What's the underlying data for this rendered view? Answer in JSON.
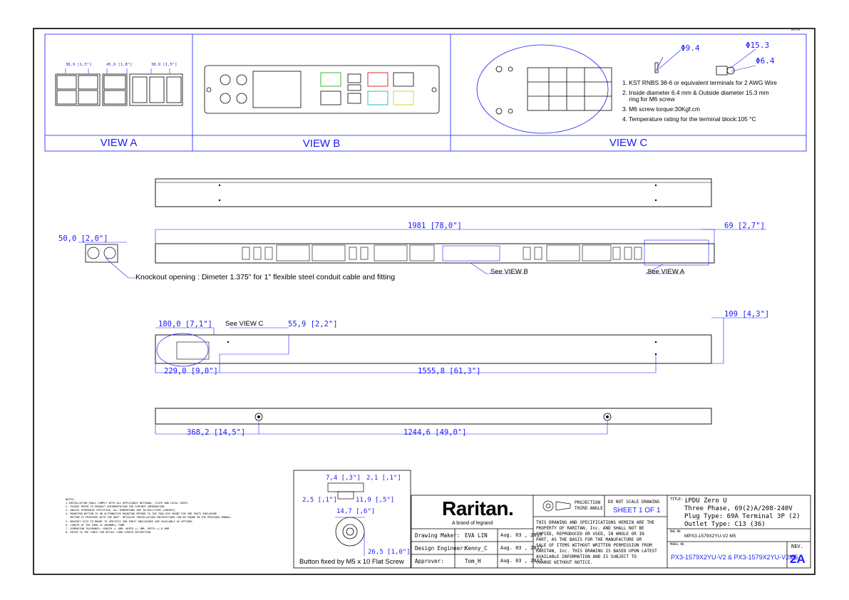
{
  "corner_tag": "REV 2A",
  "views": {
    "a_label": "VIEW A",
    "b_label": "VIEW B",
    "c_label": "VIEW C"
  },
  "view_a_dims": [
    "38,9 [1,5\"]",
    "45,9 [1,8\"]",
    "38,9 [1,5\"]"
  ],
  "view_c": {
    "dia1": "Φ9.4",
    "dia2": "Φ15.3",
    "dia3": "Φ6.4",
    "notes": [
      "1. KST RNBS 38-6 or equivalent terminals for 2 AWG Wire",
      "2. Inside diameter 6.4 mm & Outside diameter 15.3 mm",
      "    ring for M6 screw",
      "3. M6 screw torque:30Kgf.cm",
      "4. Temperature rating for the terminal block:105 °C"
    ]
  },
  "dims": {
    "overall_length": "1981 [78,0\"]",
    "right_end": "69 [2,7\"]",
    "knockout_width": "50,0 [2,0\"]",
    "view_c_area": "180,0 [7,1\"]",
    "offset_55": "55,9 [2,2\"]",
    "depth_109": "109 [4,3\"]",
    "offset_229": "229,0 [9,0\"]",
    "span_1555": "1555,8 [61,3\"]",
    "offset_368": "368,2 [14,5\"]",
    "span_1244": "1244,6 [49,0\"]"
  },
  "callouts": {
    "knockout": "Knockout opening : Dimeter 1.375\" for 1\" flexible steel conduit cable and fitting",
    "see_view_b": "See VIEW B",
    "see_view_a": "See VIEW A",
    "see_view_c": "See VIEW C"
  },
  "button_detail": {
    "d1": "7,4 [,3\"]",
    "d2": "2,1 [,1\"]",
    "d3": "2,5 [,1\"]",
    "d4": "11,9 [,5\"]",
    "d5": "14,7 [,6\"]",
    "d6": "26,5 [1,0\"]",
    "caption": "Button fixed by M5 x 10 Flat Screw"
  },
  "notes": {
    "title": "NOTES:",
    "items": [
      "1.INSTALLATION SHALL COMPLY WITH ALL APPLICABLE NATIONAL, STATE AND LOCAL CODES.",
      "2. PLEASE REFER TO PRODUCT DOCUMENTATION FOR FURTHER INFORMATION",
      "3. UNLESS OTHERWISE SPECIFIED, ALL DIMENSIONS ARE IN MILLITERS [INCHES].",
      "4. MOUNTING BUTTON IS AN ALTERNATIVE MOUNTING METHOD TO THE TOOLLESS MOUNT FOR 3RD PARTY ENCLOSURE.",
      "   BUTTON IS PROVIDED WITH THE UNIT. DETAILED INSTALLATION INSTRUCTIONS CAN BE FOUND IN THE PROVIDED MANUAL.",
      "5. BRACKET KITS TO MOUNT TO SPECIFIC 3RD PARTY ENCLOSURES ARE AVAILABLE AS OPTIONS.",
      "6. LENGTH OF THE CORD IS 3000MM+/-75MM",
      "7. DIMENSION TOLERANCE: LENGTH +/-4MM, WIDTH +/-1MM, DEPTH +/-0.5MM",
      "8. REFER TO THE TABLE FOR DETAIL CORD LENGTH DEFINITION"
    ]
  },
  "title_block": {
    "brand": "Raritan.",
    "tagline": "A brand of legrand",
    "rows": [
      {
        "role": "Drawing Maker:",
        "name": "EVA LIN",
        "date": "Aug. 03 , 2017"
      },
      {
        "role": "Design Engineer:",
        "name": "Kenny_C",
        "date": "Aug. 03 , 2017"
      },
      {
        "role": "Approver:",
        "name": "Tom_H",
        "date": "Aug. 03 , 2017"
      }
    ],
    "projection": "PROJECTION\nTHIRD ANGLE",
    "projection_l1": "PROJECTION",
    "projection_l2": "THIRD ANGLE",
    "do_not_scale": "DO NOT SCALE DRAWING",
    "sheet": "SHEET 1 OF 1",
    "property_lines": [
      "THIS DRAWING AND SPECIFICATIONS HEREIN ARE THE",
      "PROPERTY OF RARITAN, Inc. AND SHALL NOT BE",
      "COPIED, REPRODUCED OR USED, IN WHOLE OR IN",
      "PART, AS THE BASIS FOR THE MANUFACTURE OR",
      "SALE OF ITEMS WITHOUT WRITTEN PERMISSION FROM",
      "RARITAN, Inc. THIS DRAWING IS BASED UPON LATEST",
      "AVAILABLE INFORMATION AND IS SUBJECT TO",
      "CHANGE WITHOUT NOTICE."
    ],
    "title_label": "TITLE:",
    "title_lines": [
      "iPDU Zero U",
      "Three Phase, 69(2)A/208-240V",
      "Plug Type: 69A Terminal 3P (2)",
      "Outlet Type: C13 (36)"
    ],
    "dwg_label": "DWG NO.",
    "dwg_no": "MPX3-1579X2YU-V2 M5",
    "model_label": "MODEL NO.",
    "model_no": "PX3-1579X2YU-V2 & PX3-1579X2YU-V2M5",
    "rev_label": "REV.",
    "rev": "2A"
  }
}
